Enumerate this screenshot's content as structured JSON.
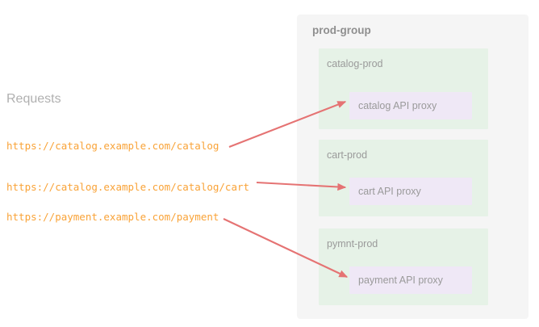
{
  "requests": {
    "heading": "Requests",
    "urls": [
      "https://catalog.example.com/catalog",
      "https://catalog.example.com/catalog/cart",
      "https://payment.example.com/payment"
    ]
  },
  "group": {
    "title": "prod-group",
    "environments": [
      {
        "label": "catalog-prod",
        "proxy": "catalog API proxy"
      },
      {
        "label": "cart-prod",
        "proxy": "cart API proxy"
      },
      {
        "label": "pymnt-prod",
        "proxy": "payment API proxy"
      }
    ]
  },
  "arrows": [
    {
      "name": "arrow-catalog-request-to-catalog-proxy"
    },
    {
      "name": "arrow-cart-request-to-cart-proxy"
    },
    {
      "name": "arrow-payment-request-to-payment-proxy"
    }
  ],
  "colors": {
    "url_text": "#f9a338",
    "heading_text": "#b0b0b0",
    "panel_bg": "#f5f5f5",
    "env_bg": "#e6f2e7",
    "proxy_bg": "#efe8f6",
    "label_text": "#9a9a9a",
    "group_title_text": "#8f8f8f",
    "arrow": "#e57373"
  }
}
